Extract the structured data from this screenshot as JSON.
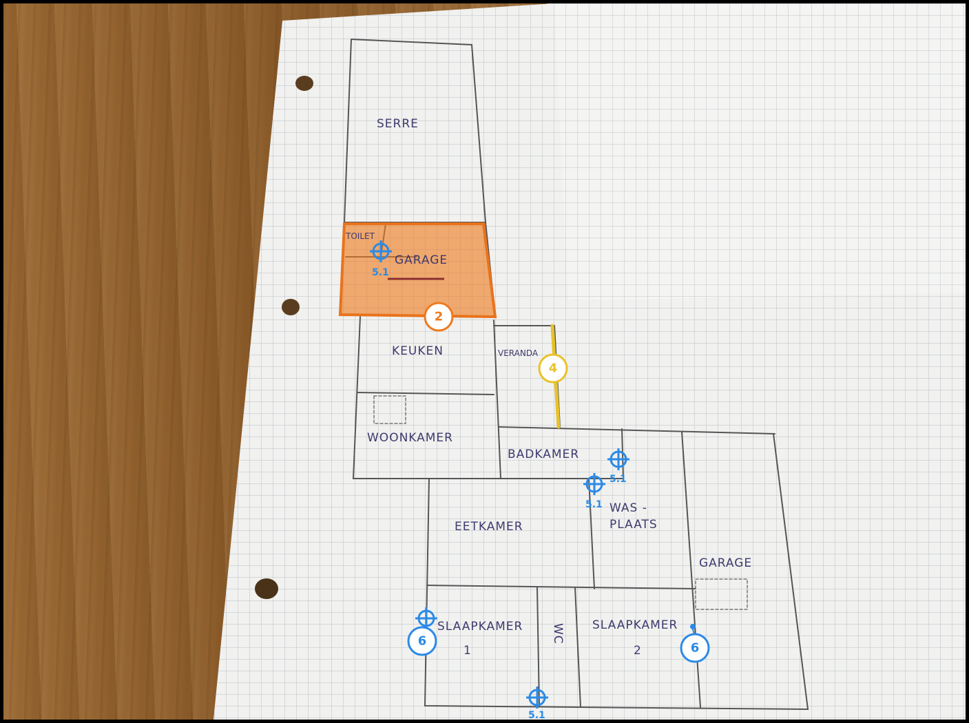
{
  "sketch": {
    "rooms": {
      "serre": "SERRE",
      "toilet": "TOILET",
      "garage_top": "GARAGE",
      "keuken": "KEUKEN",
      "veranda": "VERANDA",
      "woonkamer": "WOONKAMER",
      "badkamer": "BADKAMER",
      "was_line1": "WAS -",
      "was_line2": "PLAATS",
      "eetkamer": "EETKAMER",
      "garage_right": "GARAGE",
      "slaapkamer1": "SLAAPKAMER",
      "slaapkamer1_num": "1",
      "slaapkamer2": "SLAAPKAMER",
      "slaapkamer2_num": "2",
      "wc": "WC"
    }
  },
  "annotations": {
    "badge_2": "2",
    "badge_4": "4",
    "badge_6_left": "6",
    "badge_6_right": "6",
    "crosshair_label": "5.1",
    "colors": {
      "orange": "#ee7a1e",
      "yellow": "#e8c22a",
      "blue": "#2a8ae6"
    },
    "icons": [
      "crosshair-icon"
    ]
  }
}
